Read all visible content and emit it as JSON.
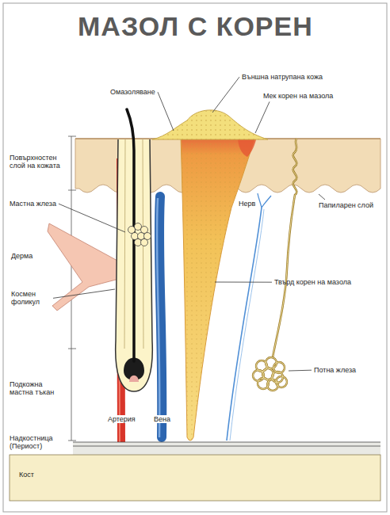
{
  "diagram": {
    "title": "МАЗОЛ С КОРЕН",
    "labels": [
      "Омазоляване",
      "Външна натрупана кожа",
      "Мек корен на мазола",
      "Повърхностен слой на кожата",
      "Мастна жлеза",
      "Дерма",
      "Космен фоликул",
      "Подкожна мастна тъкан",
      "Артерия",
      "Вена",
      "Нерв",
      "Папиларен слой",
      "Твърд корен на мазола",
      "Потна жлеза",
      "Надкостница (Периост)",
      "Кост"
    ]
  }
}
